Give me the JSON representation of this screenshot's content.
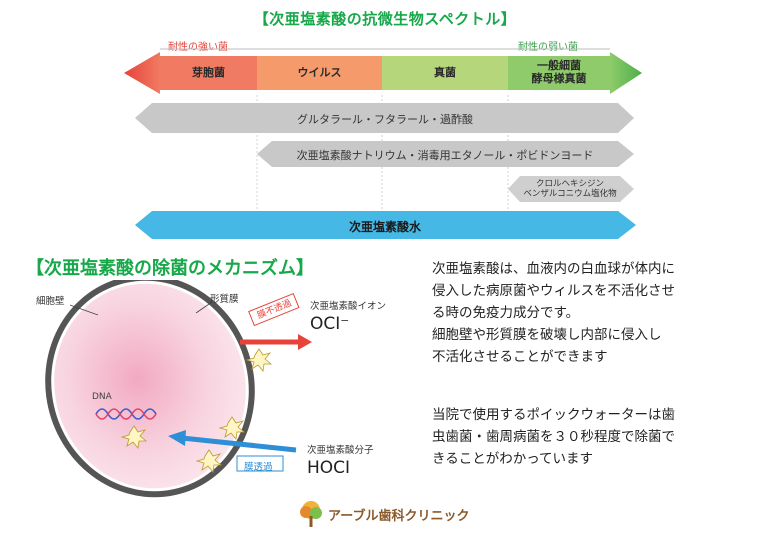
{
  "spectrum": {
    "title": "【次亜塩素酸の抗微生物スペクトル】",
    "strong_resistance": "耐性の強い菌",
    "weak_resistance": "耐性の弱い菌",
    "segments": [
      {
        "label": "芽胞菌",
        "color": "#f07a62"
      },
      {
        "label": "ウイルス",
        "color": "#f59a6b"
      },
      {
        "label": "真菌",
        "color": "#b5d67a"
      },
      {
        "label": "一般細菌\n酵母様真菌",
        "color": "#8fcb6b"
      }
    ],
    "bars": [
      {
        "label": "グルタラール・フタラール・過酢酸"
      },
      {
        "label": "次亜塩素酸ナトリウム・消毒用エタノール・ポビドンヨード"
      },
      {
        "label": "クロルヘキシジン\nベンザルコニウム塩化物"
      },
      {
        "label": "次亜塩素酸水"
      }
    ],
    "colors": {
      "gray_bar": "#c8c8c8",
      "blue_bar": "#45b8e6",
      "arrow_red": "#e8433a",
      "arrow_green": "#4cb04a"
    }
  },
  "mechanism": {
    "title": "【次亜塩素酸の除菌のメカニズム】",
    "cell_wall": "細胞壁",
    "membrane": "形質膜",
    "dna": "DNA",
    "ion_label": "次亜塩素酸イオン",
    "ion_formula": "OCI⁻",
    "impermeable": "膜不透過",
    "molecule_label": "次亜塩素酸分子",
    "molecule_formula": "HOCI",
    "permeable": "膜透過"
  },
  "text": {
    "para1": [
      "次亜塩素酸は、血液内の白血球が体内に",
      "侵入した病原菌やウィルスを不活化させ",
      "る時の免疫力成分です。",
      "細胞壁や形質膜を破壊し内部に侵入し",
      "不活化させることができます"
    ],
    "para2": [
      "当院で使用するポイックウォーターは歯",
      "虫歯菌・歯周病菌を３０秒程度で除菌で",
      "きることがわかっています"
    ]
  },
  "logo": {
    "name": "アーブル歯科クリニック"
  }
}
